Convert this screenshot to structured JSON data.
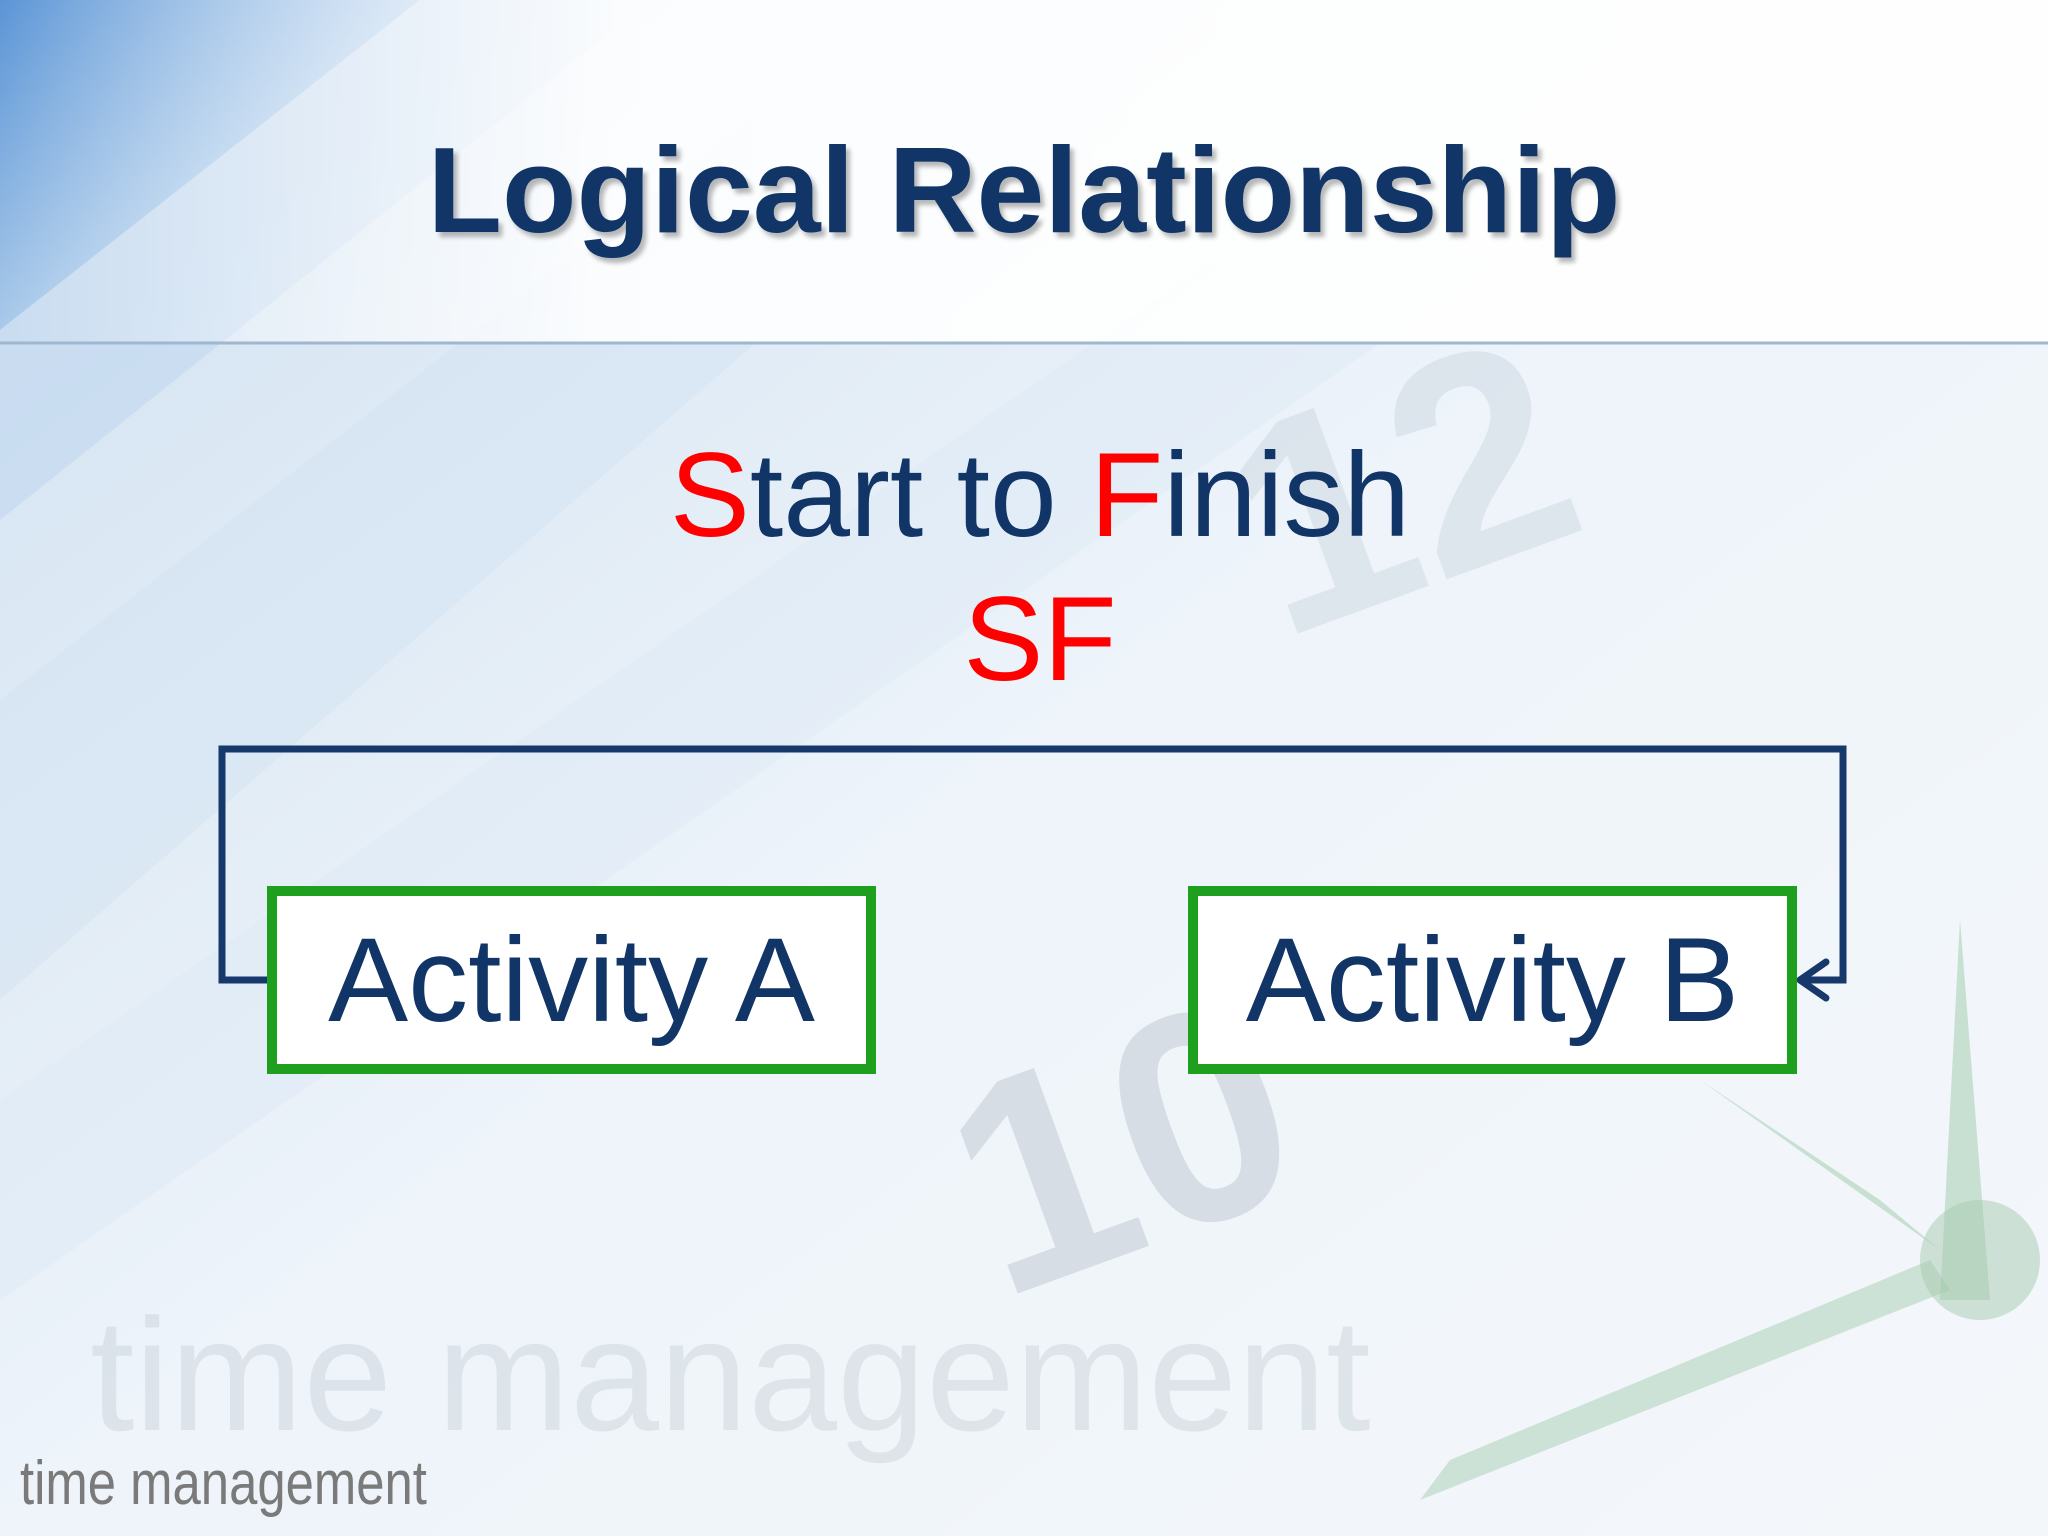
{
  "slide": {
    "title": "Logical Relationship",
    "subtitle": {
      "initial_1": "S",
      "rest_1": "tart to ",
      "initial_2": "F",
      "rest_2": "inish"
    },
    "abbreviation": "SF",
    "footer_text": "time management"
  },
  "diagram": {
    "activities": [
      {
        "label": "Activity A"
      },
      {
        "label": "Activity B"
      }
    ],
    "connector": {
      "from": "Activity A",
      "to": "Activity B",
      "type": "start-to-finish"
    }
  },
  "colors": {
    "title": "#103566",
    "highlight": "#ff0000",
    "box_border": "#1ea01e",
    "connector": "#17386b"
  }
}
